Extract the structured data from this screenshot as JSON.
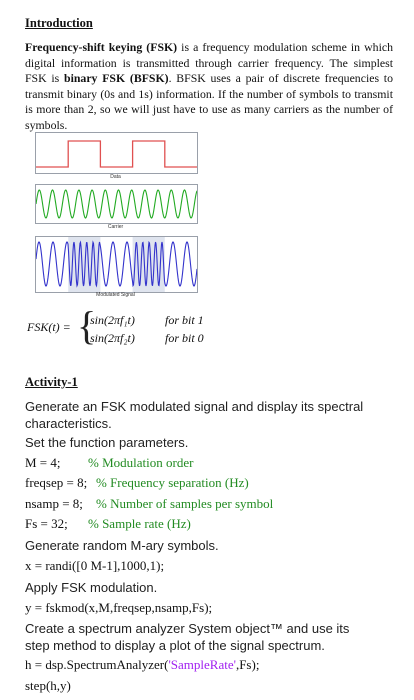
{
  "intro": {
    "title": "Introduction",
    "term": "Frequency-shift keying (FSK)",
    "text1": " is a frequency modulation scheme in which digital information is transmitted through carrier frequency. The simplest FSK is ",
    "term2": "binary FSK (BFSK)",
    "text2": ". BFSK uses a pair of discrete frequencies to transmit binary (0s and 1s) information. If the number of symbols to transmit is more than 2, so we will just have to use as many carriers as the number of symbols."
  },
  "figure": {
    "data_label": "Data",
    "carrier_label": "Carrier",
    "modulated_label": "Modulated Signal",
    "colors": {
      "data": "#e05050",
      "carrier": "#22aa22",
      "modulated": "#3333cc",
      "shade": "#dfe4ee"
    },
    "bits": [
      0,
      1,
      0,
      1,
      0
    ]
  },
  "formula": {
    "lhs": "FSK(t) =",
    "row1": "sin(2πf₁t)",
    "row1_tag": "for bit 1",
    "row2": "sin(2πf₂t)",
    "row2_tag": "for bit 0"
  },
  "activity": {
    "title": "Activity-1",
    "line1": "Generate an FSK modulated signal and display its spectral characteristics.",
    "set_params": "Set the function parameters.",
    "p1_code": "M = 4;",
    "p1_comment": "% Modulation order",
    "p2_code": "freqsep = 8;",
    "p2_comment": "% Frequency separation (Hz)",
    "p3_code": "nsamp = 8;",
    "p3_comment": "% Number of samples per symbol",
    "p4_code": "Fs = 32;",
    "p4_comment": "% Sample rate (Hz)",
    "gen_symbols": "Generate random M-ary symbols.",
    "x_code": "x = randi([0 M-1],1000,1);",
    "apply": "Apply FSK modulation.",
    "y_code": "y = fskmod(x,M,freqsep,nsamp,Fs);",
    "create": "Create a spectrum analyzer System object™ and use its step method to display a plot of the signal spectrum.",
    "h_code_a": "h = dsp.SpectrumAnalyzer(",
    "h_code_str": "'SampleRate'",
    "h_code_b": ",Fs);",
    "step_code": "step(h,y)"
  }
}
